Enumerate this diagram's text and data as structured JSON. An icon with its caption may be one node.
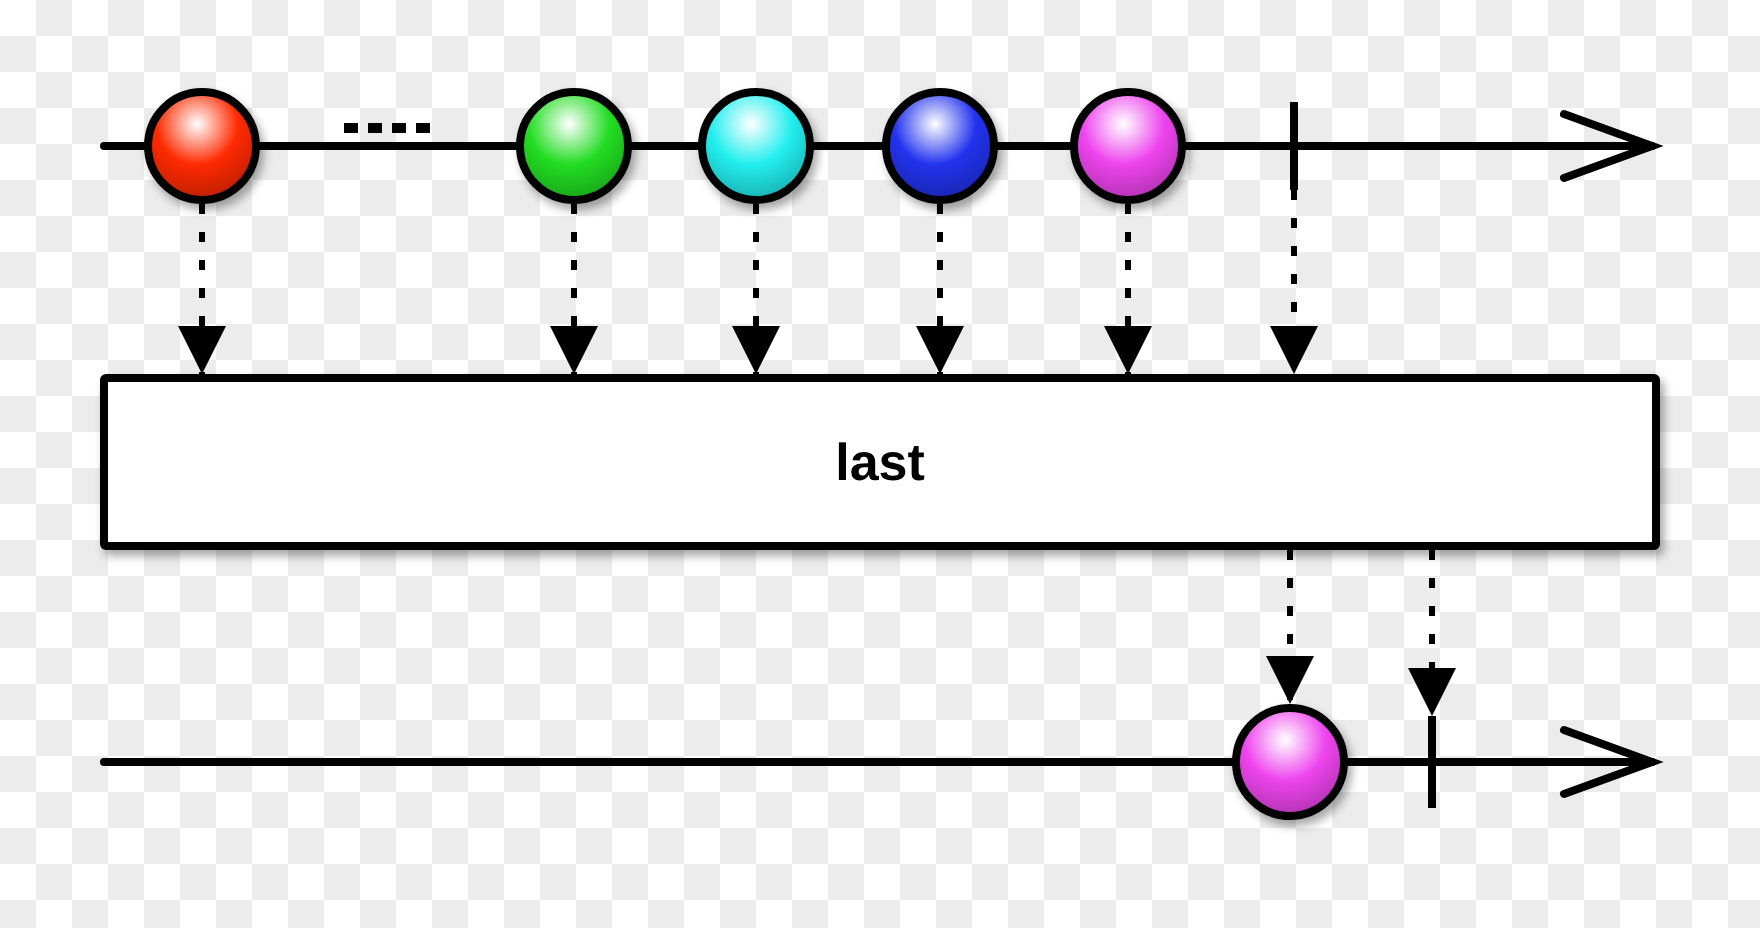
{
  "diagram": {
    "nodes": [
      {
        "text": [],
        "shape": "circle"
      },
      {
        "text": [],
        "shape": "circle"
      },
      {
        "text": [],
        "shape": "circle"
      },
      {
        "text": [],
        "shape": "circle"
      },
      {
        "text": [],
        "shape": "circle"
      },
      {
        "text": [],
        "shape": "bar"
      },
      {
        "text": [
          "last"
        ]
      },
      {
        "text": [],
        "shape": "circle"
      },
      {
        "text": [],
        "shape": "bar"
      }
    ],
    "edges": [
      {
        "from": 0,
        "to": 6,
        "arrow": "to",
        "style": "dashed"
      },
      {
        "from": 1,
        "to": 6,
        "arrow": "to",
        "style": "dashed"
      },
      {
        "from": 2,
        "to": 6,
        "arrow": "to",
        "style": "dashed"
      },
      {
        "from": 3,
        "to": 6,
        "arrow": "to",
        "style": "dashed"
      },
      {
        "from": 4,
        "to": 6,
        "arrow": "to",
        "style": "dashed"
      },
      {
        "from": 5,
        "to": 6,
        "arrow": "to",
        "style": "dashed"
      },
      {
        "from": 6,
        "to": 7,
        "arrow": "to",
        "style": "dashed"
      },
      {
        "from": 6,
        "to": 8,
        "arrow": "to",
        "style": "dashed"
      }
    ]
  }
}
